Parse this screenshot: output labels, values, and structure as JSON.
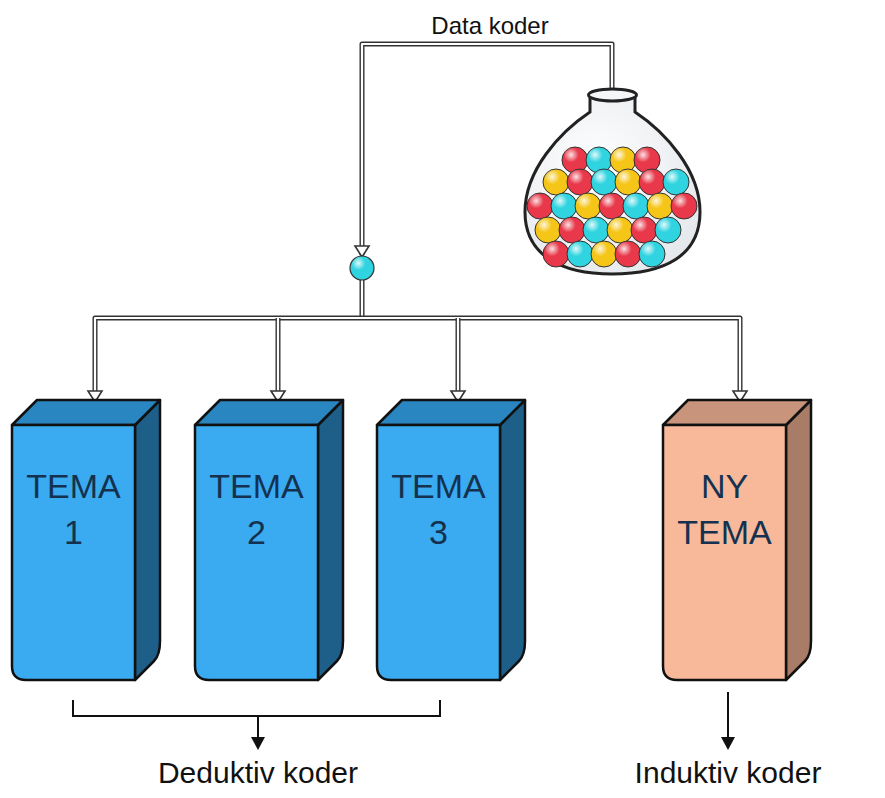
{
  "diagram": {
    "nodes": [
      {
        "text": [
          "TEMA 1"
        ]
      },
      {
        "text": [
          "TEMA 2"
        ]
      },
      {
        "text": [
          "TEMA 3"
        ]
      },
      {
        "text": [
          "NY TEMA"
        ]
      }
    ],
    "labels": [
      "Data koder",
      "Deduktiv koder",
      "Induktiv koder"
    ]
  }
}
